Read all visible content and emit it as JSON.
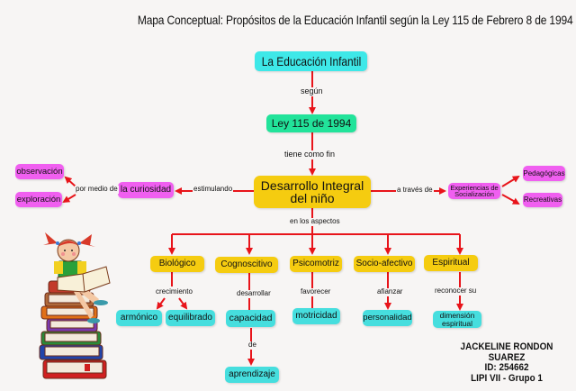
{
  "title": "Mapa Conceptual: Propósitos de la Educación Infantil según la Ley 115 de Febrero 8 de 1994",
  "colors": {
    "background": "#f7f5f4",
    "arrow": "#e8141a",
    "root_node": "#3ee8e8",
    "law_node": "#22e39a",
    "central_node": "#f5cc10",
    "aspect_node": "#f5cc10",
    "side_node": "#f05ff0",
    "leaf_node": "#46dede"
  },
  "nodes": {
    "root": "La Educación Infantil",
    "law": "Ley 115 de 1994",
    "central_line1": "Desarrollo Integral",
    "central_line2": "del niño",
    "curiosity": "la curiosidad",
    "observation": "observación",
    "exploration": "exploración",
    "socialization_line1": "Experiencias de",
    "socialization_line2": "Socialización",
    "pedagogical": "Pedagógicas",
    "recreational": "Recreativas",
    "aspects": [
      {
        "label": "Biológico",
        "link": "crecimiento",
        "targets": [
          "armónico",
          "equilibrado"
        ]
      },
      {
        "label": "Cognoscitivo",
        "link": "desarrollar",
        "targets": [
          "capacidad"
        ]
      },
      {
        "label": "Psicomotriz",
        "link": "favorecer",
        "targets": [
          "motricidad"
        ]
      },
      {
        "label": "Socio-afectivo",
        "link": "afianzar",
        "targets": [
          "personalidad"
        ]
      },
      {
        "label": "Espiritual",
        "link": "reconocer su",
        "targets": [
          "dimensión espiritual"
        ]
      }
    ],
    "learning": "aprendizaje",
    "spiritual_line1": "dimensión",
    "spiritual_line2": "espiritual"
  },
  "links": {
    "according_to": "según",
    "aims": "tiene como fin",
    "stimulating": "estimulando",
    "by_means_of": "por medio de",
    "through": "a través de",
    "in_aspects": "en los aspectos",
    "of": "de"
  },
  "author": {
    "name": "JACKELINE RONDON SUAREZ",
    "id": "ID: 254662",
    "group": "LIPI VII - Grupo 1"
  },
  "illustration": "girl-reading-on-books"
}
